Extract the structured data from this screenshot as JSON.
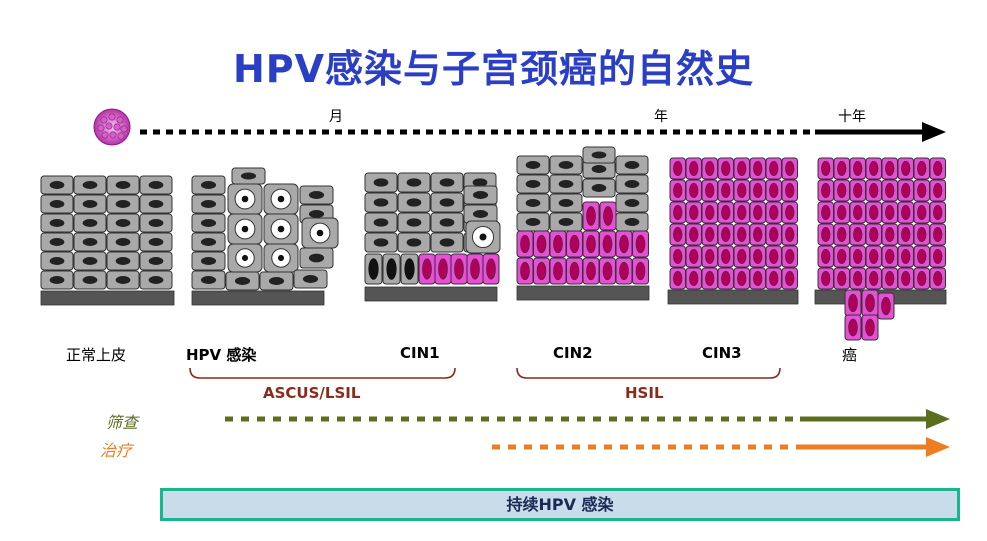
{
  "title": "HPV感染与子宫颈癌的自然史",
  "timeline": {
    "month": "月",
    "year": "年",
    "decade": "十年"
  },
  "stages": {
    "normal": "正常上皮",
    "hpv": "HPV 感染",
    "cin1": "CIN1",
    "cin2": "CIN2",
    "cin3": "CIN3",
    "cancer": "癌"
  },
  "groups": {
    "low": "ASCUS/LSIL",
    "high": "HSIL"
  },
  "screening": "筛查",
  "treatment": "治疗",
  "banner": "持续HPV 感染",
  "colors": {
    "title": "#2b3fc4",
    "grey_cell": "#a9a9a9",
    "magenta_cell": "#e64fd6",
    "nucleus": "#b0005a",
    "screening": "#5b6e1e",
    "treatment": "#ef7d1f",
    "group_label": "#8b2a1a",
    "banner_fill": "#c8dcea",
    "banner_border": "#19b58d"
  },
  "icons": [
    "virus-icon"
  ]
}
